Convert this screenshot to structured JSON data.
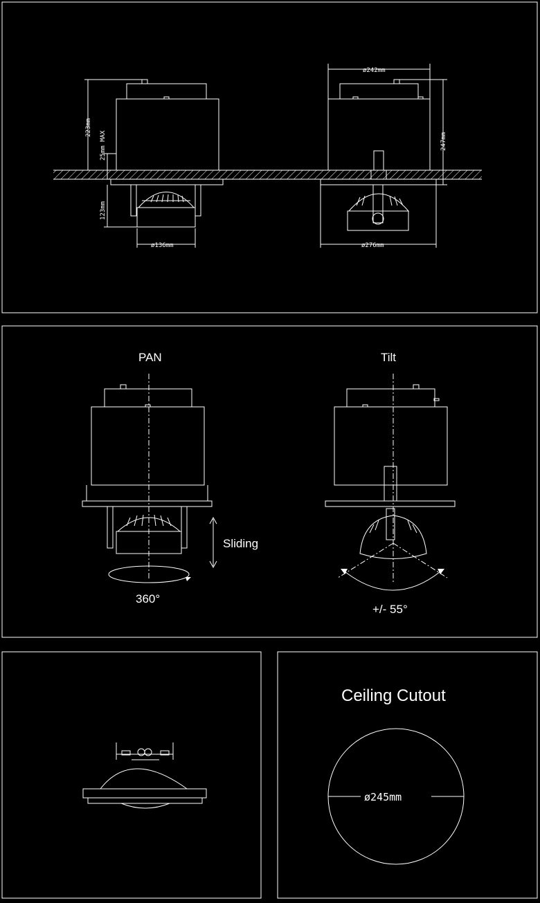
{
  "dimensions": {
    "overall_height": "223mm",
    "max_ceiling": "25mm MAX",
    "below_ceiling": "123mm",
    "lamp_diameter": "ø136mm",
    "body_width": "ø242mm",
    "body_height": "247mm",
    "trim_diameter": "ø276mm"
  },
  "motion": {
    "pan_title": "PAN",
    "tilt_title": "Tilt",
    "sliding": "Sliding",
    "rotation": "360°",
    "tilt_angle": "+/- 55°"
  },
  "cutout": {
    "title": "Ceiling Cutout",
    "diameter": "ø245mm"
  }
}
